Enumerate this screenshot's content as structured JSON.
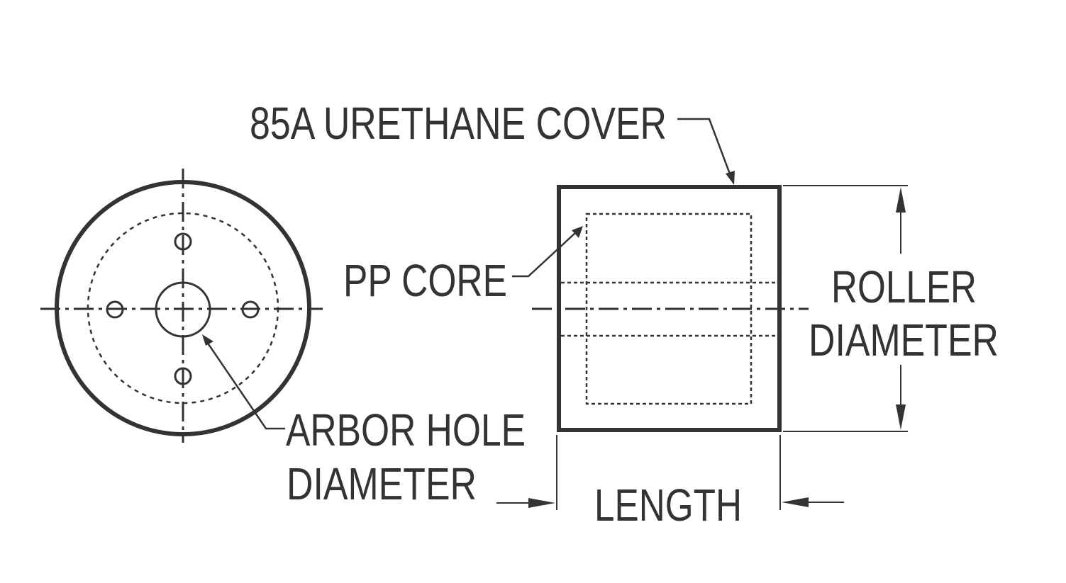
{
  "labels": {
    "cover": "85A URETHANE COVER",
    "core": "PP CORE",
    "arbor_line1": "ARBOR HOLE",
    "arbor_line2": "DIAMETER",
    "roller_line1": "ROLLER",
    "roller_line2": "DIAMETER",
    "length": "LENGTH"
  },
  "colors": {
    "ink": "#333333",
    "background": "#ffffff"
  }
}
